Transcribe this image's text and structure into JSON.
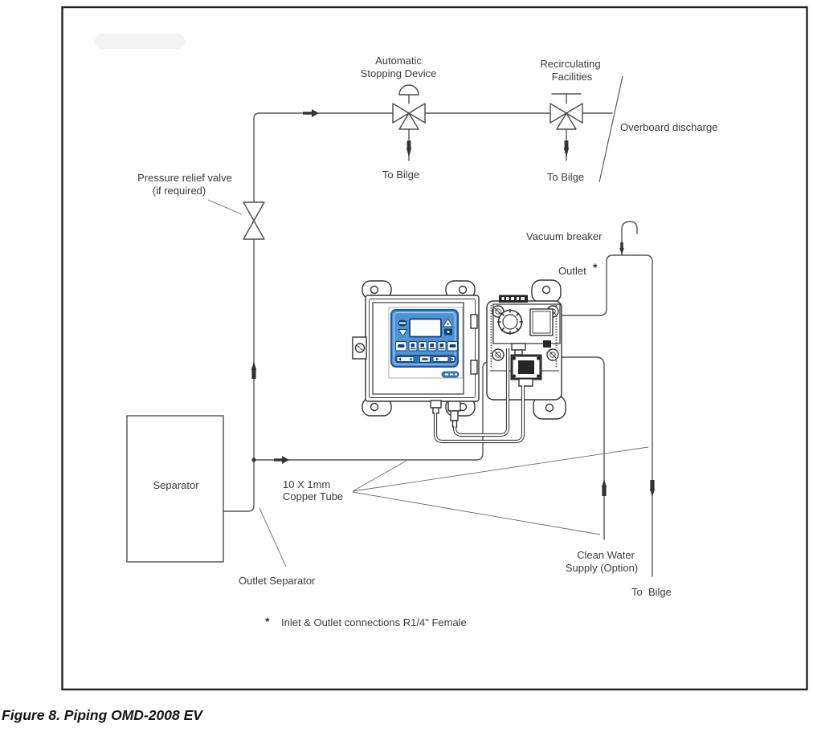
{
  "caption": "Figure 8. Piping OMD-2008 EV",
  "note": {
    "marker": "*",
    "text": "Inlet & Outlet connections R1/4\" Female"
  },
  "labels": {
    "asd_line1": "Automatic",
    "asd_line2": "Stopping Device",
    "recirc_line1": "Recirculating",
    "recirc_line2": "Facilities",
    "overboard_discharge": "Overboard discharge",
    "to_bilge_asd": "To Bilge",
    "to_bilge_recirc": "To Bilge",
    "to_bilge_right": "To  Bilge",
    "prv_line1": "Pressure relief valve",
    "prv_line2": "(if required)",
    "vacuum_breaker": "Vacuum breaker",
    "outlet": "Outlet",
    "outlet_star": "*",
    "separator": "Separator",
    "copper_line1": "10 X 1mm",
    "copper_line2": "Copper Tube",
    "outlet_separator": "Outlet Separator",
    "cws_line1": "Clean Water",
    "cws_line2": "Supply (Option)"
  },
  "colors": {
    "line": "#555555",
    "device_line": "#333333",
    "keypad_blue": "#4E93D2",
    "keypad_border": "#1C56A0",
    "keypad_dark": "#123E73",
    "nav_strip": "#2F6FBF",
    "logo_blue": "#3C80CC",
    "screen_white": "#FBFDFF",
    "label_text": "#3b3b3b"
  }
}
